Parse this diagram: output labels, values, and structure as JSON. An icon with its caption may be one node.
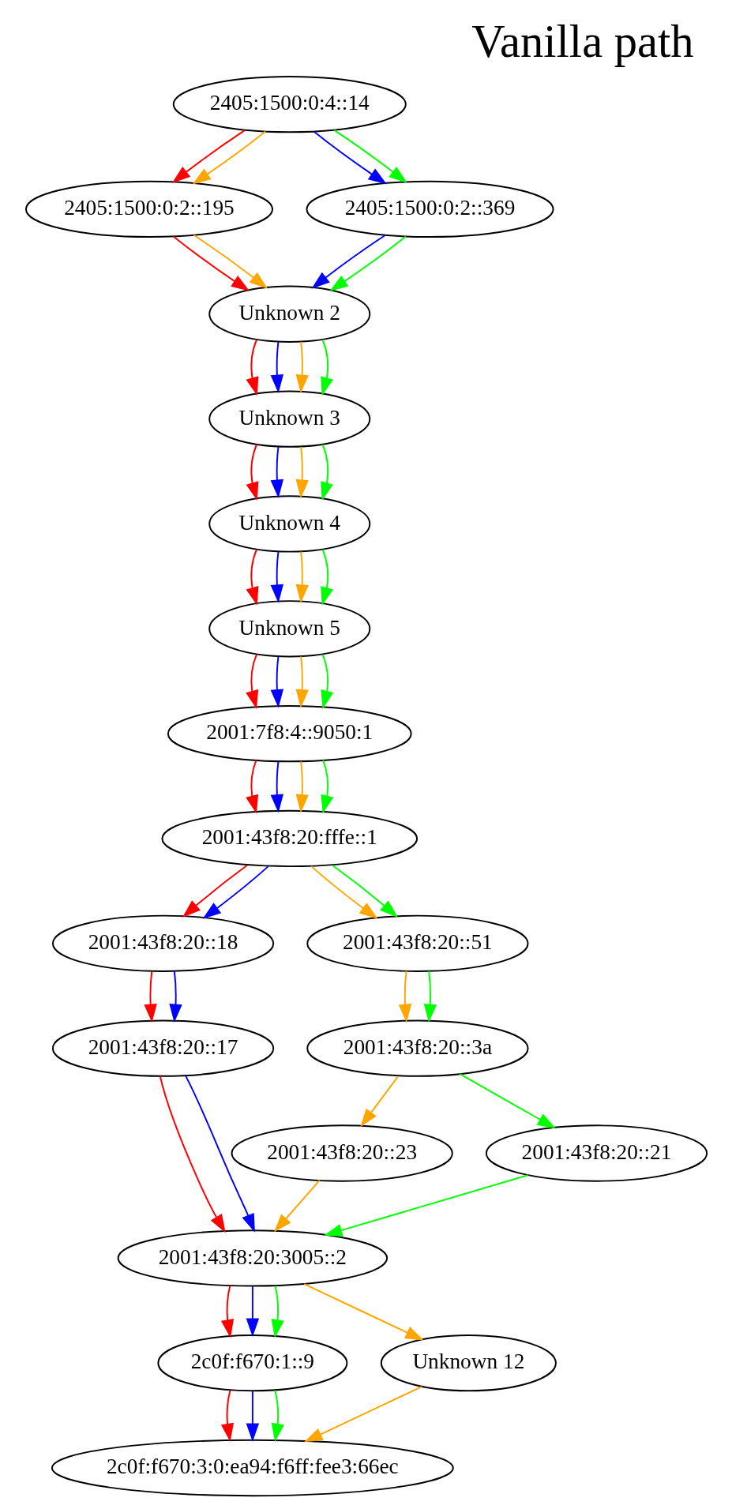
{
  "diagram": {
    "title": "Vanilla path",
    "nodes": [
      {
        "text": [
          "2405:1500:0:4::14"
        ]
      },
      {
        "text": [
          "2405:1500:0:2::195"
        ]
      },
      {
        "text": [
          "2405:1500:0:2::369"
        ]
      },
      {
        "text": [
          "Unknown 2"
        ]
      },
      {
        "text": [
          "Unknown 3"
        ]
      },
      {
        "text": [
          "Unknown 4"
        ]
      },
      {
        "text": [
          "Unknown 5"
        ]
      },
      {
        "text": [
          "2001:7f8:4::9050:1"
        ]
      },
      {
        "text": [
          "2001:43f8:20:fffe::1"
        ]
      },
      {
        "text": [
          "2001:43f8:20::18"
        ]
      },
      {
        "text": [
          "2001:43f8:20::51"
        ]
      },
      {
        "text": [
          "2001:43f8:20::17"
        ]
      },
      {
        "text": [
          "2001:43f8:20::3a"
        ]
      },
      {
        "text": [
          "2001:43f8:20::23"
        ]
      },
      {
        "text": [
          "2001:43f8:20::21"
        ]
      },
      {
        "text": [
          "2001:43f8:20:3005::2"
        ]
      },
      {
        "text": [
          "2c0f:f670:1::9"
        ]
      },
      {
        "text": [
          "Unknown 12"
        ]
      },
      {
        "text": [
          "2c0f:f670:3:0:ea94:f6ff:fee3:66ec"
        ]
      }
    ],
    "edges": [
      {
        "from": 0,
        "to": 1,
        "arrow": "to",
        "color": "#ff0000"
      },
      {
        "from": 0,
        "to": 1,
        "arrow": "to",
        "color": "#ffa500"
      },
      {
        "from": 0,
        "to": 2,
        "arrow": "to",
        "color": "#0000ff"
      },
      {
        "from": 0,
        "to": 2,
        "arrow": "to",
        "color": "#00ff00"
      },
      {
        "from": 1,
        "to": 3,
        "arrow": "to",
        "color": "#ff0000"
      },
      {
        "from": 1,
        "to": 3,
        "arrow": "to",
        "color": "#ffa500"
      },
      {
        "from": 2,
        "to": 3,
        "arrow": "to",
        "color": "#0000ff"
      },
      {
        "from": 2,
        "to": 3,
        "arrow": "to",
        "color": "#00ff00"
      },
      {
        "from": 3,
        "to": 4,
        "arrow": "to",
        "color": "#ff0000"
      },
      {
        "from": 3,
        "to": 4,
        "arrow": "to",
        "color": "#0000ff"
      },
      {
        "from": 3,
        "to": 4,
        "arrow": "to",
        "color": "#ffa500"
      },
      {
        "from": 3,
        "to": 4,
        "arrow": "to",
        "color": "#00ff00"
      },
      {
        "from": 4,
        "to": 5,
        "arrow": "to",
        "color": "#ff0000"
      },
      {
        "from": 4,
        "to": 5,
        "arrow": "to",
        "color": "#0000ff"
      },
      {
        "from": 4,
        "to": 5,
        "arrow": "to",
        "color": "#ffa500"
      },
      {
        "from": 4,
        "to": 5,
        "arrow": "to",
        "color": "#00ff00"
      },
      {
        "from": 5,
        "to": 6,
        "arrow": "to",
        "color": "#ff0000"
      },
      {
        "from": 5,
        "to": 6,
        "arrow": "to",
        "color": "#0000ff"
      },
      {
        "from": 5,
        "to": 6,
        "arrow": "to",
        "color": "#ffa500"
      },
      {
        "from": 5,
        "to": 6,
        "arrow": "to",
        "color": "#00ff00"
      },
      {
        "from": 6,
        "to": 7,
        "arrow": "to",
        "color": "#ff0000"
      },
      {
        "from": 6,
        "to": 7,
        "arrow": "to",
        "color": "#0000ff"
      },
      {
        "from": 6,
        "to": 7,
        "arrow": "to",
        "color": "#ffa500"
      },
      {
        "from": 6,
        "to": 7,
        "arrow": "to",
        "color": "#00ff00"
      },
      {
        "from": 7,
        "to": 8,
        "arrow": "to",
        "color": "#ff0000"
      },
      {
        "from": 7,
        "to": 8,
        "arrow": "to",
        "color": "#0000ff"
      },
      {
        "from": 7,
        "to": 8,
        "arrow": "to",
        "color": "#ffa500"
      },
      {
        "from": 7,
        "to": 8,
        "arrow": "to",
        "color": "#00ff00"
      },
      {
        "from": 8,
        "to": 9,
        "arrow": "to",
        "color": "#ff0000"
      },
      {
        "from": 8,
        "to": 9,
        "arrow": "to",
        "color": "#0000ff"
      },
      {
        "from": 8,
        "to": 10,
        "arrow": "to",
        "color": "#ffa500"
      },
      {
        "from": 8,
        "to": 10,
        "arrow": "to",
        "color": "#00ff00"
      },
      {
        "from": 9,
        "to": 11,
        "arrow": "to",
        "color": "#ff0000"
      },
      {
        "from": 9,
        "to": 11,
        "arrow": "to",
        "color": "#0000ff"
      },
      {
        "from": 10,
        "to": 12,
        "arrow": "to",
        "color": "#ffa500"
      },
      {
        "from": 10,
        "to": 12,
        "arrow": "to",
        "color": "#00ff00"
      },
      {
        "from": 12,
        "to": 13,
        "arrow": "to",
        "color": "#ffa500"
      },
      {
        "from": 12,
        "to": 14,
        "arrow": "to",
        "color": "#00ff00"
      },
      {
        "from": 11,
        "to": 15,
        "arrow": "to",
        "color": "#ff0000"
      },
      {
        "from": 11,
        "to": 15,
        "arrow": "to",
        "color": "#0000ff"
      },
      {
        "from": 13,
        "to": 15,
        "arrow": "to",
        "color": "#ffa500"
      },
      {
        "from": 14,
        "to": 15,
        "arrow": "to",
        "color": "#00ff00"
      },
      {
        "from": 15,
        "to": 16,
        "arrow": "to",
        "color": "#ff0000"
      },
      {
        "from": 15,
        "to": 16,
        "arrow": "to",
        "color": "#0000ff"
      },
      {
        "from": 15,
        "to": 16,
        "arrow": "to",
        "color": "#00ff00"
      },
      {
        "from": 15,
        "to": 17,
        "arrow": "to",
        "color": "#ffa500"
      },
      {
        "from": 16,
        "to": 18,
        "arrow": "to",
        "color": "#ff0000"
      },
      {
        "from": 16,
        "to": 18,
        "arrow": "to",
        "color": "#0000ff"
      },
      {
        "from": 16,
        "to": 18,
        "arrow": "to",
        "color": "#00ff00"
      },
      {
        "from": 17,
        "to": 18,
        "arrow": "to",
        "color": "#ffa500"
      }
    ]
  }
}
